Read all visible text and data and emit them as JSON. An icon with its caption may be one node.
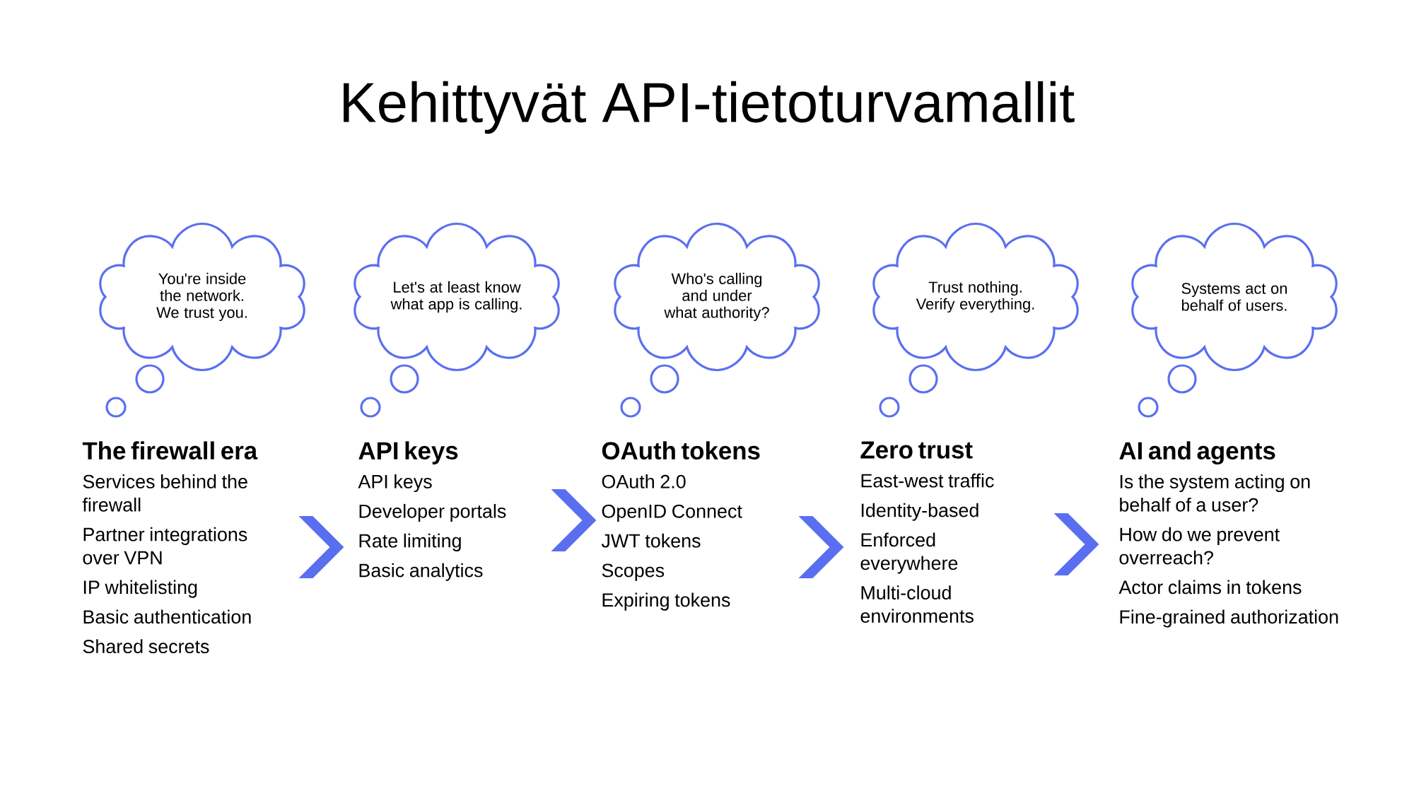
{
  "diagram": {
    "title": "Kehittyvät API-tietoturvamallit",
    "nodes": [
      {
        "text": [
          "You're inside the network. We trust you."
        ]
      },
      {
        "text": [
          "Let's at least know what app is calling."
        ]
      },
      {
        "text": [
          "Who's calling and under what authority?"
        ]
      },
      {
        "text": [
          "Trust nothing. Verify everything."
        ]
      },
      {
        "text": [
          "Systems act on behalf of users."
        ]
      },
      {
        "text": [
          "The firewall era",
          "Services behind the firewall",
          "Partner integrations over VPN",
          "IP whitelisting",
          "Basic authentication",
          "Shared secrets"
        ]
      },
      {
        "text": [
          "API keys",
          "API keys",
          "Developer portals",
          "Rate limiting",
          "Basic analytics"
        ]
      },
      {
        "text": [
          "OAuth tokens",
          "OAuth 2.0",
          "OpenID Connect",
          "JWT tokens",
          "Scopes",
          "Expiring tokens"
        ]
      },
      {
        "text": [
          "Zero trust",
          "East-west traffic",
          "Identity-based",
          "Enforced everywhere",
          "Multi-cloud environments"
        ]
      },
      {
        "text": [
          "AI and agents",
          "Is the system acting on behalf of a user?",
          "How do we prevent overreach?",
          "Actor claims in tokens",
          "Fine-grained authorization"
        ]
      }
    ],
    "edges": [
      {
        "from": 5,
        "to": 6,
        "arrow": "to"
      },
      {
        "from": 6,
        "to": 7,
        "arrow": "to"
      },
      {
        "from": 7,
        "to": 8,
        "arrow": "to"
      },
      {
        "from": 8,
        "to": 9,
        "arrow": "to"
      }
    ]
  }
}
